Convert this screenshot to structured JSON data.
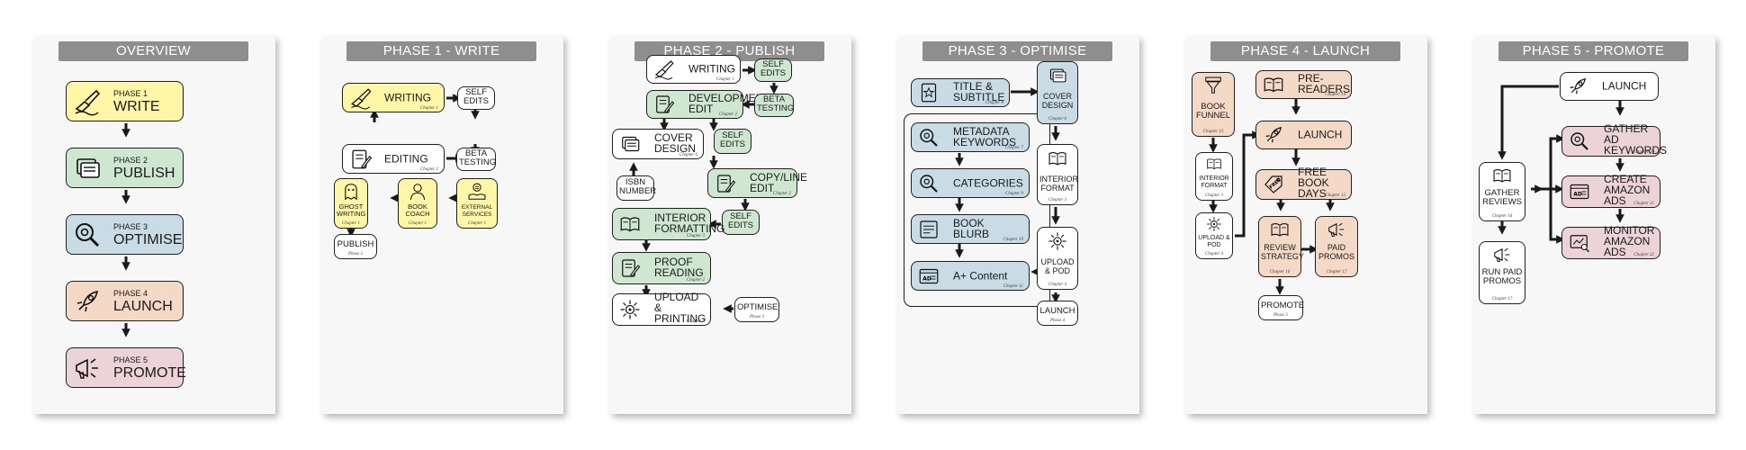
{
  "panels": [
    {
      "title": "OVERVIEW",
      "items": [
        {
          "phase": "PHASE 1",
          "label": "WRITE",
          "icon": "hand-writing-icon"
        },
        {
          "phase": "PHASE 2",
          "label": "PUBLISH",
          "icon": "books-icon"
        },
        {
          "phase": "PHASE 3",
          "label": "OPTIMISE",
          "icon": "magnifier-icon"
        },
        {
          "phase": "PHASE 4",
          "label": "LAUNCH",
          "icon": "rocket-icon"
        },
        {
          "phase": "PHASE 5",
          "label": "PROMOTE",
          "icon": "megaphone-icon"
        }
      ]
    },
    {
      "title": "PHASE 1 - WRITE",
      "writing": {
        "label": "WRITING",
        "cap": "Chapter 1"
      },
      "self_edits": "SELF EDITS",
      "editing": {
        "label": "EDITING",
        "cap": "Chapter 2"
      },
      "beta_testing": "BETA TESTING",
      "ghost_writing": {
        "label": "GHOST WRITING",
        "cap": "Chapter 1"
      },
      "book_coach": {
        "label": "BOOK COACH",
        "cap": "Chapter 1"
      },
      "external_services": {
        "label": "EXTERNAL SERVICES",
        "cap": "Chapter 1"
      },
      "publish": {
        "label": "PUBLISH",
        "cap": "Phase 2"
      }
    },
    {
      "title": "PHASE 2 - PUBLISH",
      "writing": {
        "label": "WRITING",
        "cap": "Chapter 1"
      },
      "self_edits_1": "SELF EDITS",
      "development_edit": {
        "label": "DEVELOPMENT EDIT",
        "cap": "Chapter 2"
      },
      "beta_testing": "BETA TESTING",
      "cover_design": {
        "label": "COVER DESIGN",
        "cap": "Chapter 6"
      },
      "self_edits_2": "SELF EDITS",
      "isbn_number": "ISBN NUMBER",
      "copy_line_edit": {
        "label": "COPY/LINE EDIT",
        "cap": "Chapter 2"
      },
      "self_edits_3": "SELF EDITS",
      "interior_formatting": {
        "label": "INTERIOR FORMATTING",
        "cap": "Chapter 3"
      },
      "proof_reading": {
        "label": "PROOF READING",
        "cap": "Chapter 2"
      },
      "upload_printing": {
        "label": "UPLOAD & PRINTING",
        "cap": "Chapter 4"
      },
      "optimise": {
        "label": "OPTIMISE",
        "cap": "Phase 3"
      }
    },
    {
      "title": "PHASE 3 - OPTIMISE",
      "title_subtitle": {
        "label": "TITLE & SUBTITLE",
        "cap": "Chapter 8"
      },
      "cover_design": {
        "label": "COVER DESIGN",
        "cap": "Chapter 6"
      },
      "metadata_keywords": {
        "label": "METADATA KEYWORDS",
        "cap": "Chapter 7"
      },
      "interior_format": {
        "label": "INTERIOR FORMAT",
        "cap": "Chapter 3"
      },
      "categories": {
        "label": "CATEGORIES",
        "cap": "Chapter 9"
      },
      "book_blurb": {
        "label": "BOOK BLURB",
        "cap": "Chapter 10"
      },
      "upload_pod": {
        "label": "UPLOAD & POD",
        "cap": "Chapter 4"
      },
      "a_plus_content": {
        "label": "A+ Content",
        "cap": "Chapter 11"
      },
      "launch": {
        "label": "LAUNCH",
        "cap": "Phase 4"
      }
    },
    {
      "title": "PHASE 4 - LAUNCH",
      "book_funnel": {
        "label": "BOOK FUNNEL",
        "cap": "Chapter 13"
      },
      "pre_readers": {
        "label": "PRE-READERS",
        "cap": "Chapter 14"
      },
      "interior_format": {
        "label": "INTERIOR FORMAT",
        "cap": "Chapter 3"
      },
      "launch": {
        "label": "LAUNCH",
        "cap": ""
      },
      "upload_pod": {
        "label": "UPLOAD & POD",
        "cap": "Chapter 4"
      },
      "free_book_days": {
        "label": "FREE BOOK DAYS",
        "cap": "Chapter 15"
      },
      "review_strategy": {
        "label": "REVIEW STRATEGY",
        "cap": "Chapter 16"
      },
      "paid_promos": {
        "label": "PAID PROMOS",
        "cap": "Chapter 17"
      },
      "promote": {
        "label": "PROMOTE",
        "cap": "Phase 5"
      }
    },
    {
      "title": "PHASE 5 - PROMOTE",
      "launch": "LAUNCH",
      "gather_ad_keywords": {
        "label": "GATHER AD KEYWORDS",
        "cap": "Chapter 20"
      },
      "gather_reviews": {
        "label": "GATHER REVIEWS",
        "cap": "Chapter 16"
      },
      "create_amazon_ads": {
        "label": "CREATE AMAZON ADS",
        "cap": "Chapter 21"
      },
      "run_paid_promos": {
        "label": "RUN PAID PROMOS",
        "cap": "Chapter 17"
      },
      "monitor_amazon_ads": {
        "label": "MONITOR AMAZON ADS",
        "cap": "Chapter 22"
      }
    }
  ],
  "colors": {
    "write": "#fff6a8",
    "publish": "#cfe7d1",
    "optimise": "#c9dbe5",
    "launch": "#f4d9c6",
    "promote": "#ecd3d8",
    "title_bar": "#8e8e8e"
  }
}
